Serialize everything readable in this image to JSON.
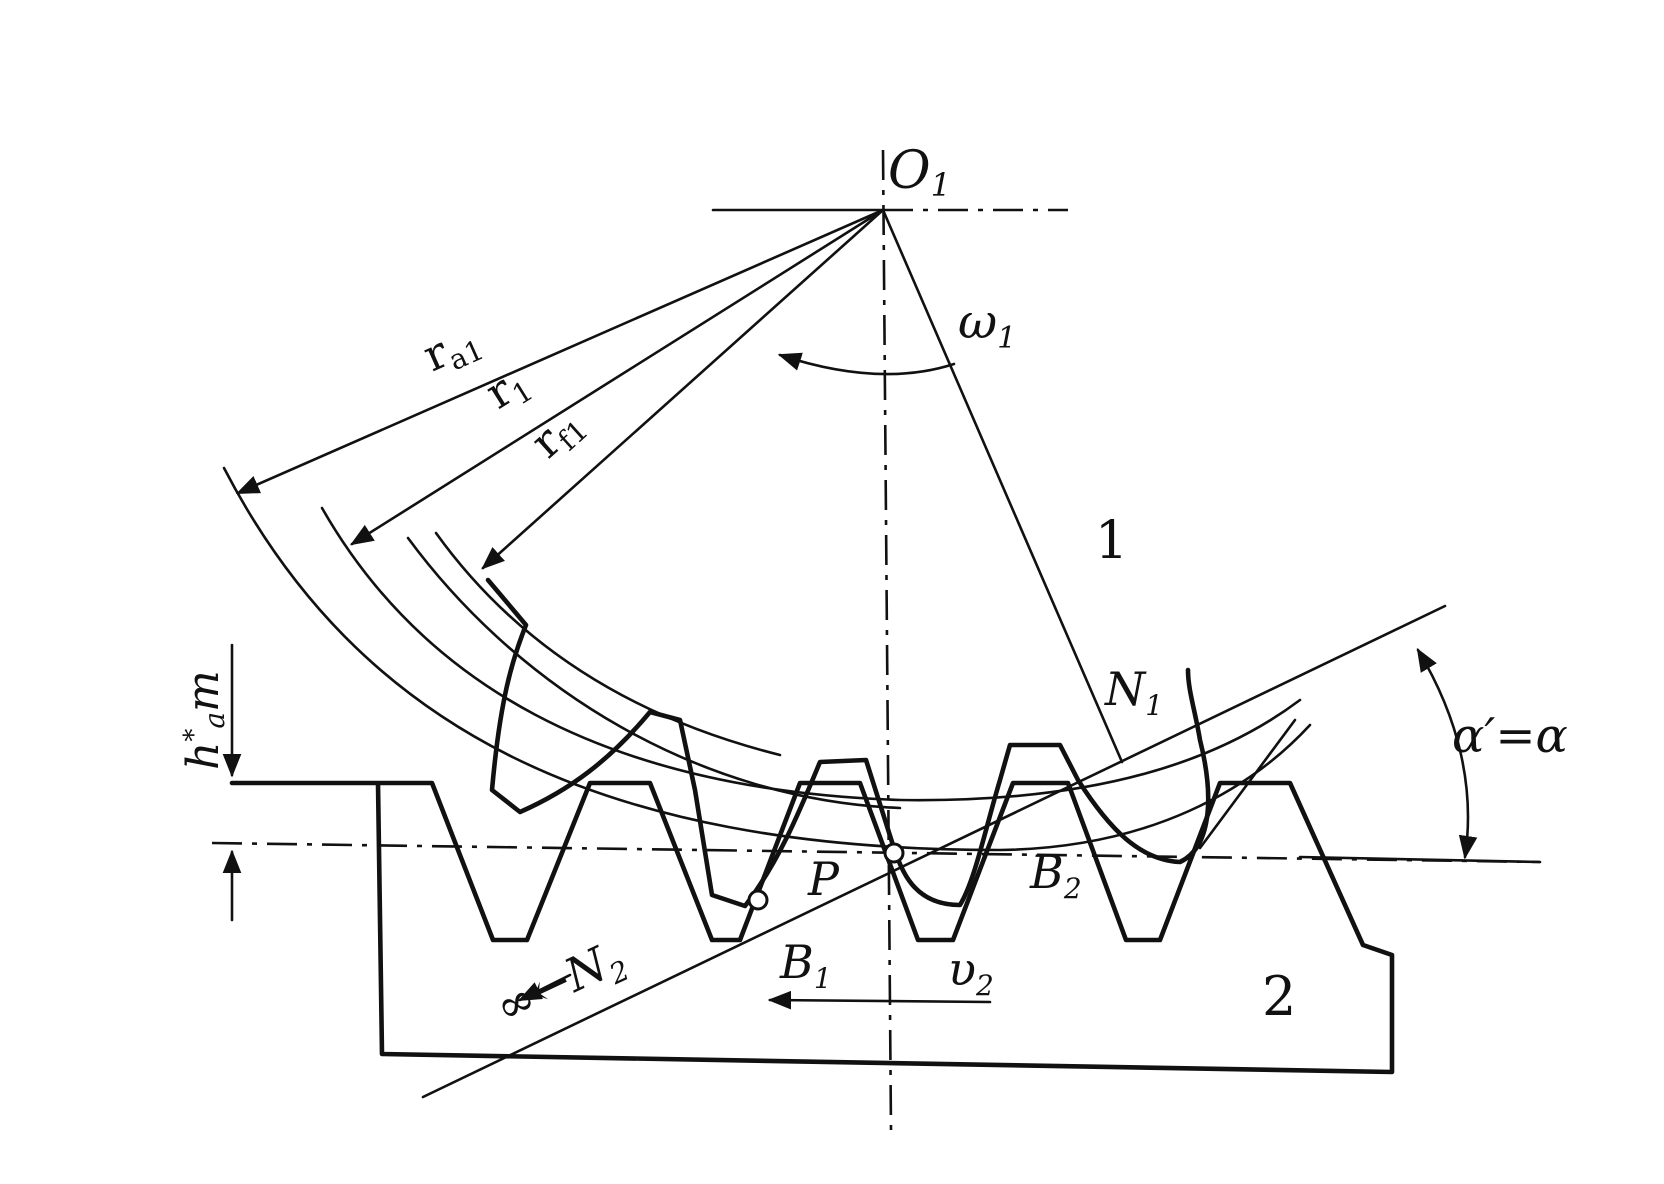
{
  "labels": {
    "center": "O",
    "center_sub": "1",
    "omega": "ω",
    "omega_sub": "1",
    "gear": "1",
    "rack": "2",
    "ra": "r",
    "ra_sub": "a1",
    "r1": "r",
    "r1_sub": "1",
    "rf": "r",
    "rf_sub": "f1",
    "n1": "N",
    "n1_sub": "1",
    "n2": "N",
    "n2_sub": "2",
    "infinity_arrow": "∞←",
    "p": "P",
    "b1": "B",
    "b1_sub": "1",
    "b2": "B",
    "b2_sub": "2",
    "v2": "υ",
    "v2_sub": "2",
    "alpha": "α′=α",
    "addendum_h": "h",
    "addendum_star": "*",
    "addendum_a": "a",
    "addendum_m": "m"
  }
}
